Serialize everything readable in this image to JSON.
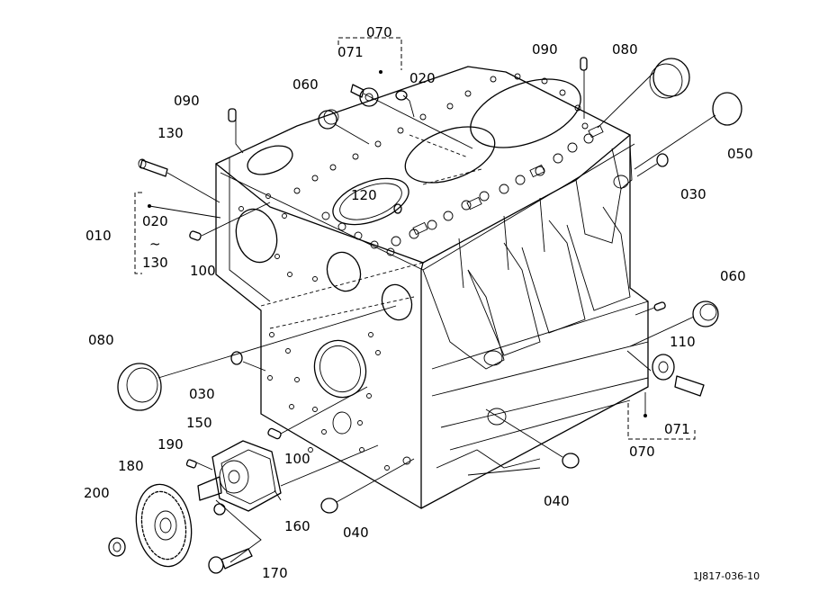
{
  "callouts": [
    {
      "id": "070-top",
      "text": "070"
    },
    {
      "id": "071-top",
      "text": "071"
    },
    {
      "id": "020-top",
      "text": "020"
    },
    {
      "id": "060-top",
      "text": "060"
    },
    {
      "id": "090-left",
      "text": "090"
    },
    {
      "id": "090-right",
      "text": "090"
    },
    {
      "id": "080-top",
      "text": "080"
    },
    {
      "id": "050",
      "text": "050"
    },
    {
      "id": "030-right",
      "text": "030"
    },
    {
      "id": "130-top",
      "text": "130"
    },
    {
      "id": "120",
      "text": "120"
    },
    {
      "id": "010",
      "text": "010"
    },
    {
      "id": "020-group",
      "text": "020"
    },
    {
      "id": "tilde",
      "text": "~"
    },
    {
      "id": "130-group",
      "text": "130"
    },
    {
      "id": "100-left",
      "text": "100"
    },
    {
      "id": "060-right",
      "text": "060"
    },
    {
      "id": "110",
      "text": "110"
    },
    {
      "id": "080-left",
      "text": "080"
    },
    {
      "id": "030-left",
      "text": "030"
    },
    {
      "id": "150",
      "text": "150"
    },
    {
      "id": "190",
      "text": "190"
    },
    {
      "id": "100-mid",
      "text": "100"
    },
    {
      "id": "180",
      "text": "180"
    },
    {
      "id": "200",
      "text": "200"
    },
    {
      "id": "160",
      "text": "160"
    },
    {
      "id": "040-bottom",
      "text": "040"
    },
    {
      "id": "040-right",
      "text": "040"
    },
    {
      "id": "071-right",
      "text": "071"
    },
    {
      "id": "070-right",
      "text": "070"
    },
    {
      "id": "170",
      "text": "170"
    }
  ],
  "drawing_code": "1J817-036-10"
}
